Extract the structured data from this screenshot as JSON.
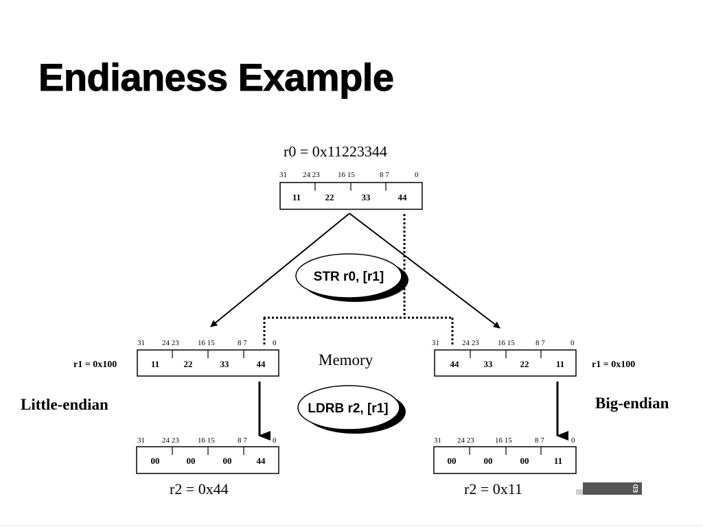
{
  "slide": {
    "title": "Endianess Example"
  },
  "top_register": {
    "label": "r0 =  0x11223344",
    "bit_labels": [
      "31",
      "24 23",
      "16 15",
      "8 7",
      "0"
    ],
    "bytes": [
      "11",
      "22",
      "33",
      "44"
    ]
  },
  "instructions": {
    "store": "STR r0, [r1]",
    "load": "LDRB r2, [r1]"
  },
  "memory_label": "Memory",
  "little_endian": {
    "label": "Little-endian",
    "address_label": "r1 = 0x100",
    "memory_bit_labels": [
      "31",
      "24 23",
      "16 15",
      "8 7",
      "0"
    ],
    "memory_bytes": [
      "11",
      "22",
      "33",
      "44"
    ],
    "result_bit_labels": [
      "31",
      "24 23",
      "16 15",
      "8 7",
      "0"
    ],
    "result_bytes": [
      "00",
      "00",
      "00",
      "44"
    ],
    "result_label": "r2 =  0x44"
  },
  "big_endian": {
    "label": "Big-endian",
    "address_label": "r1 = 0x100",
    "memory_bit_labels": [
      "31",
      "24 23",
      "16 15",
      "8 7",
      "0"
    ],
    "memory_bytes": [
      "44",
      "33",
      "22",
      "11"
    ],
    "result_bit_labels": [
      "31",
      "24 23",
      "16 15",
      "8 7",
      "0"
    ],
    "result_bytes": [
      "00",
      "00",
      "00",
      "11"
    ],
    "result_label": "r2 =  0x11"
  },
  "corner_tab": {
    "text": "ED",
    "color": "#555555"
  }
}
